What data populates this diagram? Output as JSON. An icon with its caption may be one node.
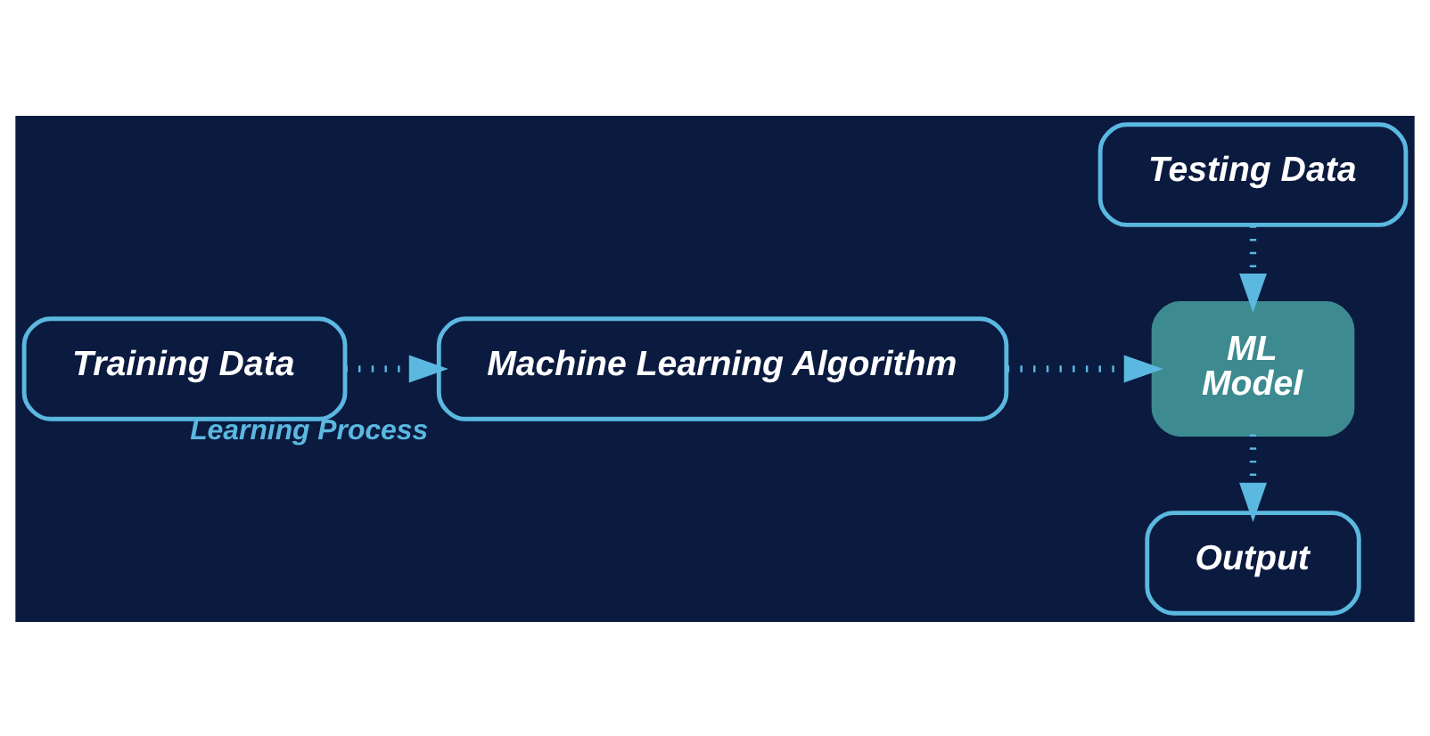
{
  "diagram": {
    "nodes": [
      {
        "text": [
          "Training Data"
        ]
      },
      {
        "text": [
          "Machine Learning Algorithm"
        ],
        "beside": [
          "Learning Process"
        ]
      },
      {
        "text": [
          "Testing Data"
        ]
      },
      {
        "text": [
          "ML",
          "Model"
        ]
      },
      {
        "text": [
          "Output"
        ]
      }
    ],
    "edges": [
      {
        "from": 0,
        "to": 1,
        "arrow": "to"
      },
      {
        "from": 1,
        "to": 3,
        "arrow": "to"
      },
      {
        "from": 2,
        "to": 3,
        "arrow": "to"
      },
      {
        "from": 3,
        "to": 4,
        "arrow": "to"
      }
    ]
  }
}
